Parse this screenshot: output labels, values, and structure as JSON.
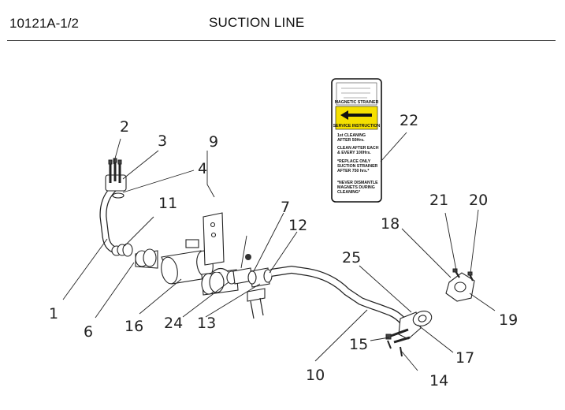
{
  "header": {
    "doc_number": "10121A-1/2",
    "title": "SUCTION LINE"
  },
  "sign": {
    "brand": "MAGNETIC STRAINER",
    "banner": "SERVICE INSTRUCTION",
    "lines": [
      "1st CLEANING",
      "AFTER 50Hrs.",
      "CLEAN AFTER EACH",
      "& EVERY 100Hrs.",
      "*REPLACE ONLY",
      "SUCTION STRAINER",
      "AFTER 750 hrs.*",
      "*NEVER DISMANTLE",
      "MAGNETS DURING",
      "CLEANING*"
    ],
    "banner_color": "#f5e000"
  },
  "callouts": [
    "1",
    "2",
    "3",
    "4",
    "6",
    "7",
    "9",
    "10",
    "11",
    "12",
    "13",
    "14",
    "15",
    "16",
    "17",
    "18",
    "19",
    "20",
    "21",
    "22",
    "24",
    "25"
  ]
}
